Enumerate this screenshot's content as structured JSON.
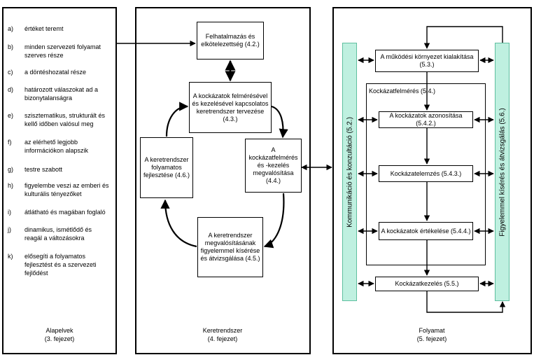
{
  "principles": {
    "items": [
      {
        "letter": "a)",
        "text": "értéket teremt"
      },
      {
        "letter": "b)",
        "text": "minden szervezeti folyamat szerves része"
      },
      {
        "letter": "c)",
        "text": "a döntéshozatal része"
      },
      {
        "letter": "d)",
        "text": "határozott válaszokat ad a bizonytalanságra"
      },
      {
        "letter": "e)",
        "text": "szisztematikus, strukturált és kellő időben valósul meg"
      },
      {
        "letter": "f)",
        "text": "az elérhető legjobb információkon alapszik"
      },
      {
        "letter": "g)",
        "text": "testre szabott"
      },
      {
        "letter": "h)",
        "text": "figyelembe veszi az emberi és kulturális tényezőket"
      },
      {
        "letter": "i)",
        "text": "átlátható és magában foglaló"
      },
      {
        "letter": "j)",
        "text": "dinamikus, ismétlődő és reagál a változásokra"
      },
      {
        "letter": "k)",
        "text": "elősegíti a folyamatos fejlesztést és a szervezeti fejlődést"
      }
    ],
    "title": "Alapelvek",
    "subtitle": "(3. fejezet)"
  },
  "framework": {
    "mandate": "Felhatalmazás és elkötelezettség (4.2.)",
    "design": "A kockázatok felmérésével és kezelésével kapcsolatos keretrendszer tervezése (4.3.)",
    "implement": "A kockázatfelmérés és -kezelés megvalósítása (4.4.)",
    "monitor": "A keretrendszer megvalósításának figyelemmel kísérése és átvizsgálása (4.5.)",
    "improve": "A keretrendszer folyamatos fejlesztése (4.6.)",
    "title": "Keretrendszer",
    "subtitle": "(4. fejezet)"
  },
  "process": {
    "communication": "Kommunikáció és konzultáció (5.2.)",
    "monitoring": "Figyelemmel kísérés és átvizsgálás (5.6.)",
    "context": "A működési környezet kialakítása (5.3.)",
    "assessment_title": "Kockázatfelmérés (5.4.)",
    "identification": "A kockázatok azonosítása (5.4.2.)",
    "analysis": "Kockázatelemzés (5.4.3.)",
    "evaluation": "A kockázatok értékelése (5.4.4.)",
    "treatment": "Kockázatkezelés (5.5.)",
    "title": "Folyamat",
    "subtitle": "(5. fejezet)"
  },
  "colors": {
    "side_fill": "#bff0e0",
    "side_border": "#5fbf9f"
  }
}
